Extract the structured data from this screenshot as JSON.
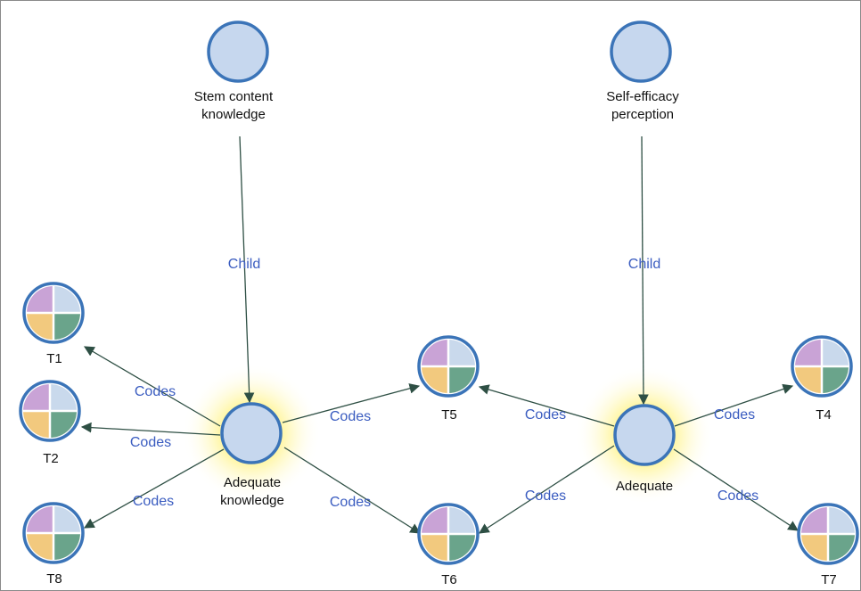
{
  "colors": {
    "node_fill": "#c6d7ee",
    "node_stroke": "#3b74b8",
    "edge": "#2e4f44",
    "edge_label": "#3a5cc0",
    "glow": "#fff59a",
    "quad_top_left": "#c9a3d6",
    "quad_top_right": "#c9d9ec",
    "quad_bottom_left": "#f2c97e",
    "quad_bottom_right": "#6aa48b"
  },
  "diagram": {
    "nodes": [
      {
        "id": "stem",
        "kind": "node",
        "label_lines": [
          "Stem content",
          "knowledge"
        ]
      },
      {
        "id": "selfeff",
        "kind": "node",
        "label_lines": [
          "Self-efficacy",
          "perception"
        ]
      },
      {
        "id": "adequate_knowledge",
        "kind": "node",
        "highlight": true,
        "label_lines": [
          "Adequate",
          "knowledge"
        ]
      },
      {
        "id": "adequate",
        "kind": "node",
        "highlight": true,
        "label_lines": [
          "Adequate"
        ]
      },
      {
        "id": "T1",
        "kind": "case",
        "label_lines": [
          "T1"
        ]
      },
      {
        "id": "T2",
        "kind": "case",
        "label_lines": [
          "T2"
        ]
      },
      {
        "id": "T8",
        "kind": "case",
        "label_lines": [
          "T8"
        ]
      },
      {
        "id": "T5",
        "kind": "case",
        "label_lines": [
          "T5"
        ]
      },
      {
        "id": "T6",
        "kind": "case",
        "label_lines": [
          "T6"
        ]
      },
      {
        "id": "T4",
        "kind": "case",
        "label_lines": [
          "T4"
        ]
      },
      {
        "id": "T7",
        "kind": "case",
        "label_lines": [
          "T7"
        ]
      }
    ],
    "edges": [
      {
        "from": "stem",
        "to": "adequate_knowledge",
        "label": "Child"
      },
      {
        "from": "selfeff",
        "to": "adequate",
        "label": "Child"
      },
      {
        "from": "adequate_knowledge",
        "to": "T1",
        "label": "Codes"
      },
      {
        "from": "adequate_knowledge",
        "to": "T2",
        "label": "Codes"
      },
      {
        "from": "adequate_knowledge",
        "to": "T8",
        "label": "Codes"
      },
      {
        "from": "adequate_knowledge",
        "to": "T5",
        "label": "Codes"
      },
      {
        "from": "adequate_knowledge",
        "to": "T6",
        "label": "Codes"
      },
      {
        "from": "adequate",
        "to": "T5",
        "label": "Codes"
      },
      {
        "from": "adequate",
        "to": "T6",
        "label": "Codes"
      },
      {
        "from": "adequate",
        "to": "T4",
        "label": "Codes"
      },
      {
        "from": "adequate",
        "to": "T7",
        "label": "Codes"
      }
    ]
  }
}
